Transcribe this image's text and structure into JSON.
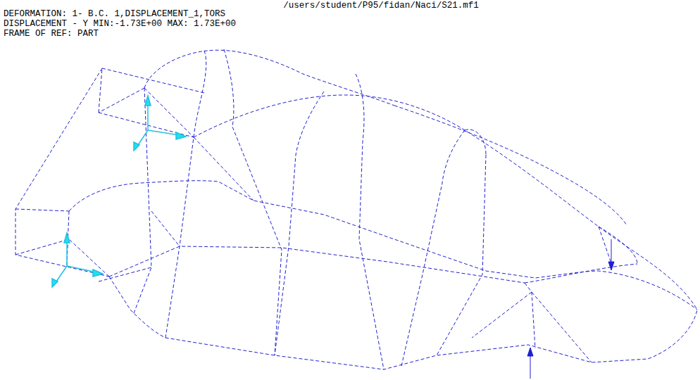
{
  "diagram": {
    "labels": [
      "/users/student/P95/fidan/Naci/S21.mf1",
      "DEFORMATION: 1- B.C. 1,DISPLACEMENT_1,TORS",
      "DISPLACEMENT - Y MIN:-1.73E+00 MAX: 1.73E+00",
      "FRAME OF REF: PART"
    ]
  }
}
